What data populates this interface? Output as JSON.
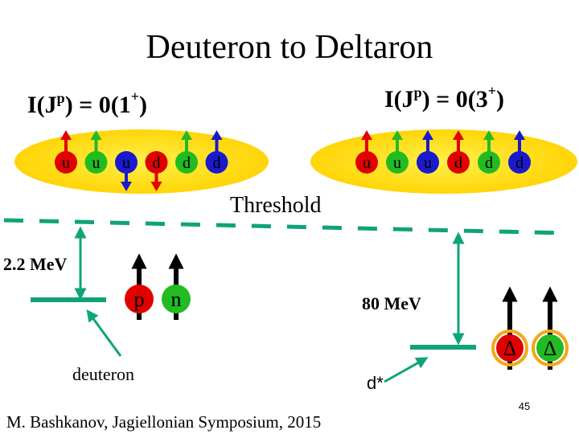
{
  "title": "Deuteron to Deltaron",
  "left_state": {
    "label_prefix": "I(J",
    "label_parity": "p",
    "label_mid": ") = 0(1",
    "label_plus": "+",
    "label_close": ")",
    "quarks": [
      {
        "flavor": "u",
        "color": "#e00000",
        "spin": "up"
      },
      {
        "flavor": "u",
        "color": "#22bb22",
        "spin": "up"
      },
      {
        "flavor": "u",
        "color": "#1a1acc",
        "spin": "down"
      },
      {
        "flavor": "d",
        "color": "#e00000",
        "spin": "down"
      },
      {
        "flavor": "d",
        "color": "#22bb22",
        "spin": "up"
      },
      {
        "flavor": "d",
        "color": "#1a1acc",
        "spin": "up"
      }
    ]
  },
  "right_state": {
    "label_prefix": "I(J",
    "label_parity": "p",
    "label_mid": ") = 0(3",
    "label_plus": "+",
    "label_close": ")",
    "quarks": [
      {
        "flavor": "u",
        "color": "#e00000",
        "spin": "up"
      },
      {
        "flavor": "u",
        "color": "#22bb22",
        "spin": "up"
      },
      {
        "flavor": "u",
        "color": "#1a1acc",
        "spin": "up"
      },
      {
        "flavor": "d",
        "color": "#e00000",
        "spin": "up"
      },
      {
        "flavor": "d",
        "color": "#22bb22",
        "spin": "up"
      },
      {
        "flavor": "d",
        "color": "#1a1acc",
        "spin": "up"
      }
    ]
  },
  "threshold_label": "Threshold",
  "deuteron": {
    "binding_label": "2.2 MeV",
    "proton_label": "p",
    "neutron_label": "n",
    "pointer_label": "deuteron"
  },
  "dstar": {
    "binding_label": "80 MeV",
    "delta1_label": "Δ",
    "delta2_label": "Δ",
    "pointer_label": "d*"
  },
  "page_number": "45",
  "footer": "M. Bashkanov, Jagiellonian Symposium, 2015",
  "colors": {
    "ellipse_yellow": "#ffe01a",
    "level_green": "#10a37a",
    "proton_red": "#e00000",
    "neutron_green": "#22bb22",
    "ring_orange": "#f4a81a",
    "arrow_black": "#000000"
  }
}
